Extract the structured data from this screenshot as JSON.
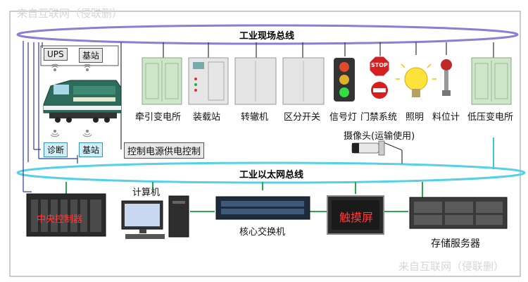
{
  "watermark": {
    "top": "来自互联网（侵联删）",
    "bottom": "来自互联网（侵联删）"
  },
  "buses": {
    "field": "工业现场总线",
    "ethernet": "工业以太网总线"
  },
  "train_modules": {
    "ups": "UPS",
    "base_station_top": "基站",
    "diagnosis": "诊断",
    "base_station_bottom": "基站",
    "power_control": "控制电源供电控制"
  },
  "field_devices": [
    "牵引变电所",
    "装载站",
    "转辙机",
    "区分开关",
    "信号灯",
    "门禁系统",
    "照明",
    "料位计",
    "低压变电所"
  ],
  "camera": "摄像头(运输使用)",
  "stop_sign_text": "STOP",
  "ethernet_devices": {
    "controller": "中央控制器",
    "computer": "计算机",
    "switch": "核心交换机",
    "touchscreen": "触摸屏",
    "storage": "存储服务器"
  },
  "colors": {
    "bus_ellipse": "#8a7fd6",
    "ethernet_ellipse": "#55d0e6",
    "link_green": "#2aa84a",
    "link_cyan": "#3cc8e0",
    "cabinet_green": "#cfe6c8",
    "cabinet_gray": "#dcdcdc"
  }
}
